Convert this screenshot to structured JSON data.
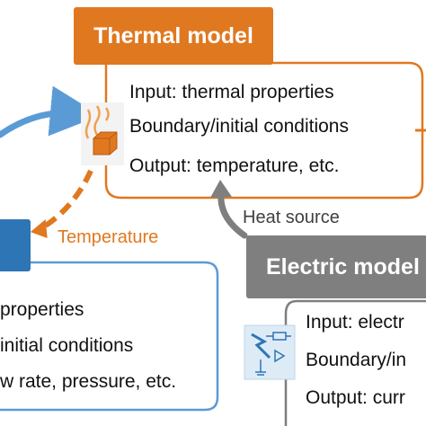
{
  "thermal_model": {
    "title": "Thermal model",
    "lines": [
      "Input: thermal properties",
      "Boundary/initial conditions",
      "Output: temperature, etc."
    ],
    "color": "#E07820",
    "icon": "heat-cube-icon"
  },
  "electric_model": {
    "title": "Electric model",
    "lines": [
      "Input: electr",
      "Boundary/in",
      "Output: curr"
    ],
    "color": "#7F7F7F",
    "icon": "circuit-lightning-icon"
  },
  "flow_model": {
    "lines": [
      "properties",
      "initial conditions",
      "w rate, pressure, etc."
    ],
    "color": "#2E75B6"
  },
  "arrows": {
    "heat_source_label": "Heat source",
    "temperature_label": "Temperature"
  },
  "colors": {
    "orange": "#E07820",
    "blue": "#5B9BD5",
    "gray": "#7F7F7F",
    "dark_blue": "#2E75B6"
  }
}
